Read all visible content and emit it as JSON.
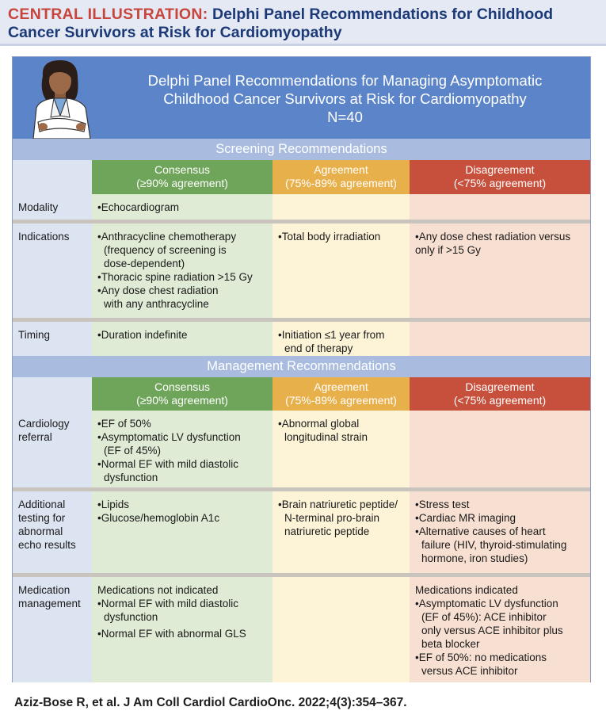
{
  "banner": {
    "lead": "CENTRAL ILLUSTRATION:",
    "title": "Delphi Panel Recommendations for Childhood Cancer Survivors at Risk for Cardiomyopathy"
  },
  "header": {
    "line1": "Delphi Panel Recommendations for Managing Asymptomatic",
    "line2": "Childhood Cancer Survivors at Risk for Cardiomyopathy",
    "line3": "N=40"
  },
  "columns": {
    "consensus": {
      "label": "Consensus",
      "range": "(≥90% agreement)"
    },
    "agreement": {
      "label": "Agreement",
      "range": "(75%-89% agreement)"
    },
    "disagreement": {
      "label": "Disagreement",
      "range": "(<75% agreement)"
    }
  },
  "screening": {
    "title": "Screening Recommendations",
    "modality": {
      "label": "Modality",
      "consensus": [
        "•Echocardiogram"
      ]
    },
    "indications": {
      "label": "Indications",
      "consensus": [
        "•Anthracycline chemotherapy",
        "(frequency of screening is",
        "dose-dependent)",
        "•Thoracic spine radiation >15 Gy",
        "•Any dose chest radiation",
        "with any anthracycline"
      ],
      "agreement": [
        "•Total body irradiation"
      ],
      "disagreement": [
        "•Any dose chest radiation versus",
        "only if >15 Gy"
      ]
    },
    "timing": {
      "label": "Timing",
      "consensus": [
        "•Duration indefinite"
      ],
      "agreement": [
        "•Initiation ≤1 year from",
        "end of therapy"
      ]
    }
  },
  "management": {
    "title": "Management Recommendations",
    "referral": {
      "label_lines": [
        "Cardiology",
        "referral"
      ],
      "consensus": [
        "•EF of 50%",
        "•Asymptomatic LV dysfunction",
        "(EF of 45%)",
        "•Normal EF with mild diastolic",
        "dysfunction"
      ],
      "agreement": [
        "•Abnormal global",
        "longitudinal strain"
      ]
    },
    "testing": {
      "label_lines": [
        "Additional",
        "testing for",
        "abnormal",
        "echo results"
      ],
      "consensus": [
        "•Lipids",
        "•Glucose/hemoglobin A1c"
      ],
      "agreement": [
        "•Brain natriuretic peptide/",
        "N-terminal pro-brain",
        "natriuretic peptide"
      ],
      "disagreement": [
        "•Stress test",
        "•Cardiac MR imaging",
        "•Alternative causes of heart",
        "failure (HIV, thyroid-stimulating",
        "hormone, iron studies)"
      ]
    },
    "medication": {
      "label_lines": [
        "Medication",
        "management"
      ],
      "consensus": [
        "Medications not indicated",
        "•Normal EF with mild diastolic",
        "dysfunction",
        "•Normal EF with abnormal GLS"
      ],
      "disagreement": [
        "Medications indicated",
        "•Asymptomatic LV dysfunction",
        "(EF of 45%): ACE inhibitor",
        "only versus ACE inhibitor plus",
        "beta blocker",
        "•EF of 50%: no medications",
        "versus ACE inhibitor"
      ]
    }
  },
  "footer": "Aziz-Bose R, et al. J Am Coll Cardiol CardioOnc. 2022;4(3):354–367.",
  "colors": {
    "consensus": "#6fa55a",
    "agreement": "#e8b04b",
    "disagreement": "#c7503d",
    "header_blue": "#5c85c9",
    "section_bar": "#a9bcdf"
  }
}
